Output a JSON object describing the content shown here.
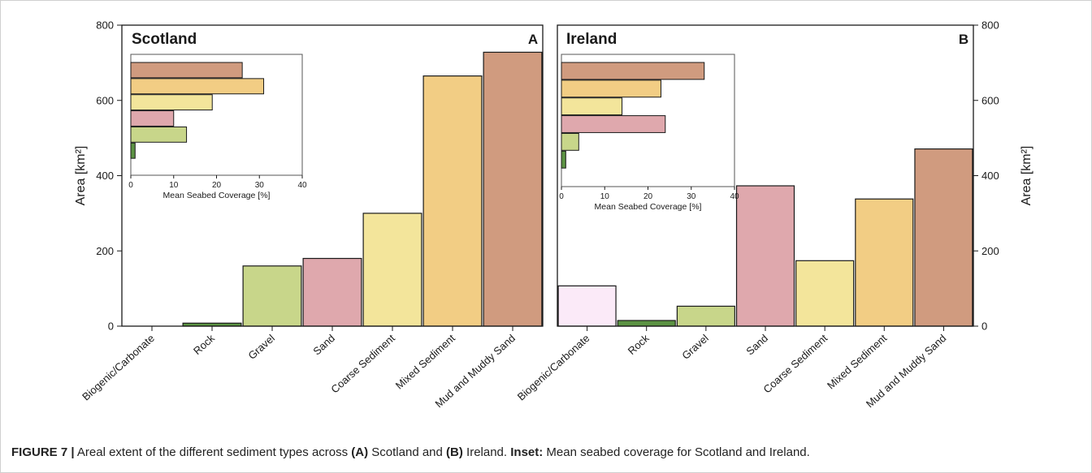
{
  "figure": {
    "caption_label": "FIGURE 7 |",
    "caption_part1": " Areal extent of the different sediment types across ",
    "caption_a": "(A)",
    "caption_part2": " Scotland and ",
    "caption_b": "(B)",
    "caption_part3": " Ireland. ",
    "caption_inset_label": "Inset:",
    "caption_part4": " Mean seabed coverage for Scotland and Ireland."
  },
  "colors": {
    "Biogenic/Carbonate": "#fbeaf8",
    "Rock": "#5c9343",
    "Gravel": "#c8d68a",
    "Sand": "#dfa8ad",
    "Coarse Sediment": "#f3e59b",
    "Mixed Sediment": "#f2cd84",
    "Mud and Muddy Sand": "#d09b7f"
  },
  "chart_data": [
    {
      "type": "bar",
      "panel": "A",
      "title": "Scotland",
      "ylabel": "Area [km²]",
      "ylim": [
        0,
        800
      ],
      "yticks": [
        0,
        200,
        400,
        600,
        800
      ],
      "categories": [
        "Biogenic/Carbonate",
        "Rock",
        "Gravel",
        "Sand",
        "Coarse Sediment",
        "Mixed Sediment",
        "Mud and Muddy Sand"
      ],
      "values": [
        0,
        8,
        160,
        180,
        300,
        665,
        728
      ],
      "inset": {
        "type": "bar",
        "orientation": "horizontal",
        "xlabel": "Mean Seabed Coverage [%]",
        "xlim": [
          0,
          40
        ],
        "xticks": [
          0,
          10,
          20,
          30,
          40
        ],
        "categories": [
          "Biogenic/Carbonate",
          "Rock",
          "Gravel",
          "Sand",
          "Coarse Sediment",
          "Mixed Sediment",
          "Mud and Muddy Sand"
        ],
        "values": [
          0,
          1,
          13,
          10,
          19,
          31,
          26
        ]
      }
    },
    {
      "type": "bar",
      "panel": "B",
      "title": "Ireland",
      "ylabel": "Area [km²]",
      "ylim": [
        0,
        800
      ],
      "yticks": [
        0,
        200,
        400,
        600,
        800
      ],
      "categories": [
        "Biogenic/Carbonate",
        "Rock",
        "Gravel",
        "Sand",
        "Coarse Sediment",
        "Mixed Sediment",
        "Mud and Muddy Sand"
      ],
      "values": [
        107,
        15,
        53,
        373,
        174,
        338,
        471
      ],
      "inset": {
        "type": "bar",
        "orientation": "horizontal",
        "xlabel": "Mean Seabed Coverage [%]",
        "xlim": [
          0,
          40
        ],
        "xticks": [
          0,
          10,
          20,
          30,
          40
        ],
        "categories": [
          "Biogenic/Carbonate",
          "Rock",
          "Gravel",
          "Sand",
          "Coarse Sediment",
          "Mixed Sediment",
          "Mud and Muddy Sand"
        ],
        "values": [
          0,
          1,
          4,
          24,
          14,
          23,
          33
        ]
      }
    }
  ]
}
